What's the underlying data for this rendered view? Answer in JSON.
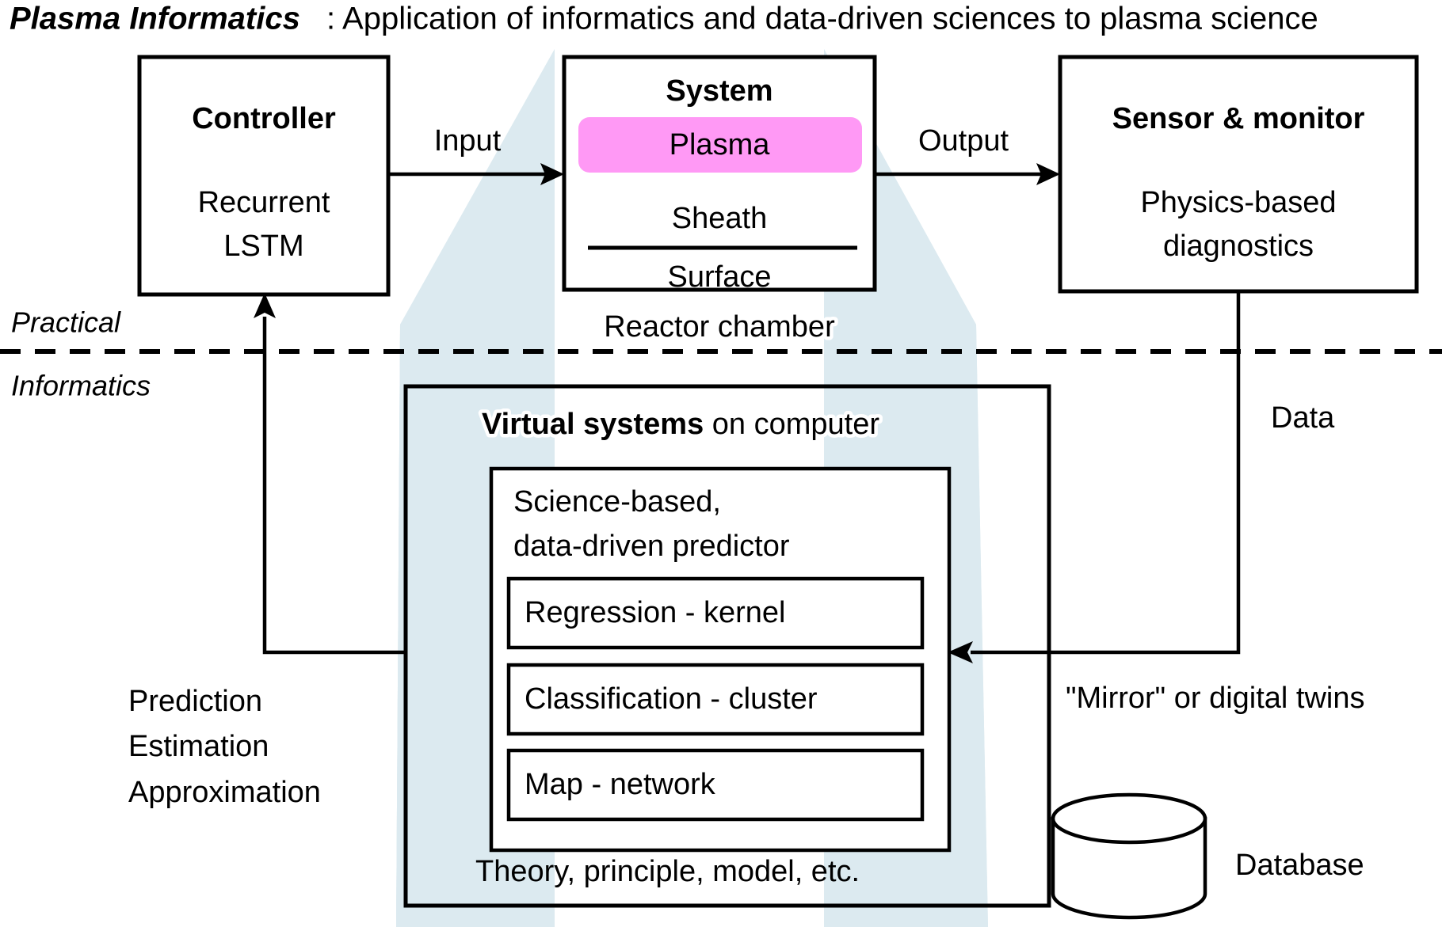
{
  "title": {
    "emphasis": "Plasma Informatics",
    "rest": ": Application of informatics and data-driven sciences to plasma science"
  },
  "controller": {
    "heading": "Controller",
    "line1": "Recurrent",
    "line2": "LSTM"
  },
  "system": {
    "heading": "System",
    "plasma": "Plasma",
    "sheath": "Sheath",
    "surface": "Surface",
    "caption": "Reactor chamber",
    "plasma_color": "#ff99f5"
  },
  "sensor": {
    "heading": "Sensor & monitor",
    "line1": "Physics-based",
    "line2": "diagnostics"
  },
  "edges": {
    "input": "Input",
    "output": "Output",
    "data": "Data",
    "mirror": "\"Mirror\" or digital twins"
  },
  "divider": {
    "above": "Practical",
    "below": "Informatics"
  },
  "virtual": {
    "heading_bold": "Virtual systems",
    "heading_rest": " on computer",
    "predictor_line1": "Science-based,",
    "predictor_line2": "data-driven predictor",
    "methods": [
      "Regression - kernel",
      "Classification - cluster",
      "Map - network"
    ],
    "footer": "Theory, principle, model, etc."
  },
  "feedback": {
    "line1": "Prediction",
    "line2": "Estimation",
    "line3": "Approximation"
  },
  "database": {
    "label": "Database"
  },
  "colors": {
    "funnel": "#dceaf0",
    "plasma": "#ff99f5",
    "stroke": "#000000",
    "background": "#ffffff"
  }
}
